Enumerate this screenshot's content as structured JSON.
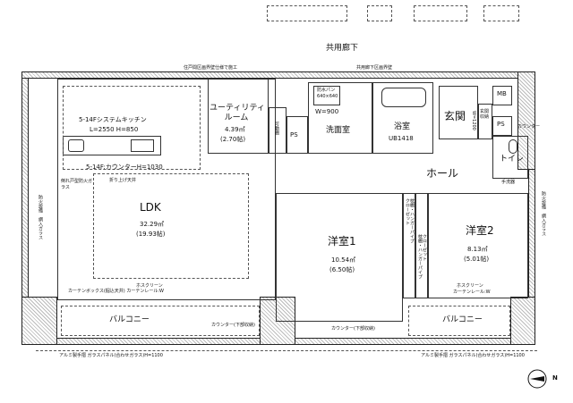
{
  "corridor": {
    "label": "共用廊下"
  },
  "notes": {
    "residence_boundary": "住戸間区画界壁仕様で施工",
    "corridor_boundary": "共用廊下区画界壁",
    "sky_screen_box": "ホスクリーン",
    "curtain_box": "カーテンボックス(掘込天井) カーテンレール:W",
    "curtain_rail_2": "カーテンレール:W",
    "sky_screen_2": "ホスクリーン",
    "fixed_glass_left": "防火設備　網入ガラス",
    "fixed_glass_right": "防火設備　網入ガラス",
    "counter_lower_storage_1": "カウンター(下部収納)",
    "counter_lower_storage_2": "カウンター(下部収納)",
    "balcony_rail_left": "アルミ製手摺 ガラスパネル(合わせガラス)H=1100",
    "balcony_rail_right": "アルミ製手摺 ガラスパネル(合わせガラス)H=1100",
    "fireproof_glass": "倒れ戸型防火ガラス",
    "fold_up_ceiling": "折り上げ天井",
    "movable_shelf": "可動棚",
    "hand_washer": "手洗器",
    "counter_toilet": "カウンター"
  },
  "rooms": {
    "ldk": {
      "name": "LDK",
      "area": "32.29㎡",
      "tatami": "(19.93帖)"
    },
    "utility": {
      "name": "ユーティリティ\nルーム",
      "area": "4.39㎡",
      "tatami": "(2.70帖)"
    },
    "washroom": {
      "name": "洗面室"
    },
    "bath": {
      "name": "浴室",
      "unit": "UB1418"
    },
    "entrance": {
      "name": "玄関"
    },
    "hall": {
      "name": "ホール"
    },
    "toilet": {
      "name": "トイレ"
    },
    "bedroom1": {
      "name": "洋室1",
      "area": "10.54㎡",
      "tatami": "(6.50帖)"
    },
    "bedroom2": {
      "name": "洋室2",
      "area": "8.13㎡",
      "tatami": "(5.01帖)"
    },
    "balcony_left": {
      "name": "バルコニー"
    },
    "balcony_right": {
      "name": "バルコニー"
    }
  },
  "labels": {
    "kitchen": "5-14Fシステムキッチン",
    "kitchen_dims": "L=2550 H=850",
    "kitchen_counter": "5-14F:カウンターH=1030",
    "washer_pan": "防水パン\n640×640",
    "washer_width": "W=900",
    "mb": "MB",
    "ps1": "PS",
    "ps2": "PS",
    "entrance_storage": "玄関\n収納",
    "entrance_storage_w": "W=1200",
    "closet1": "枕棚・ハンガーパイプ\nクローゼット",
    "closet2": "クローゼット\n枕棚・ハンガーパイプ",
    "compass": "N"
  }
}
